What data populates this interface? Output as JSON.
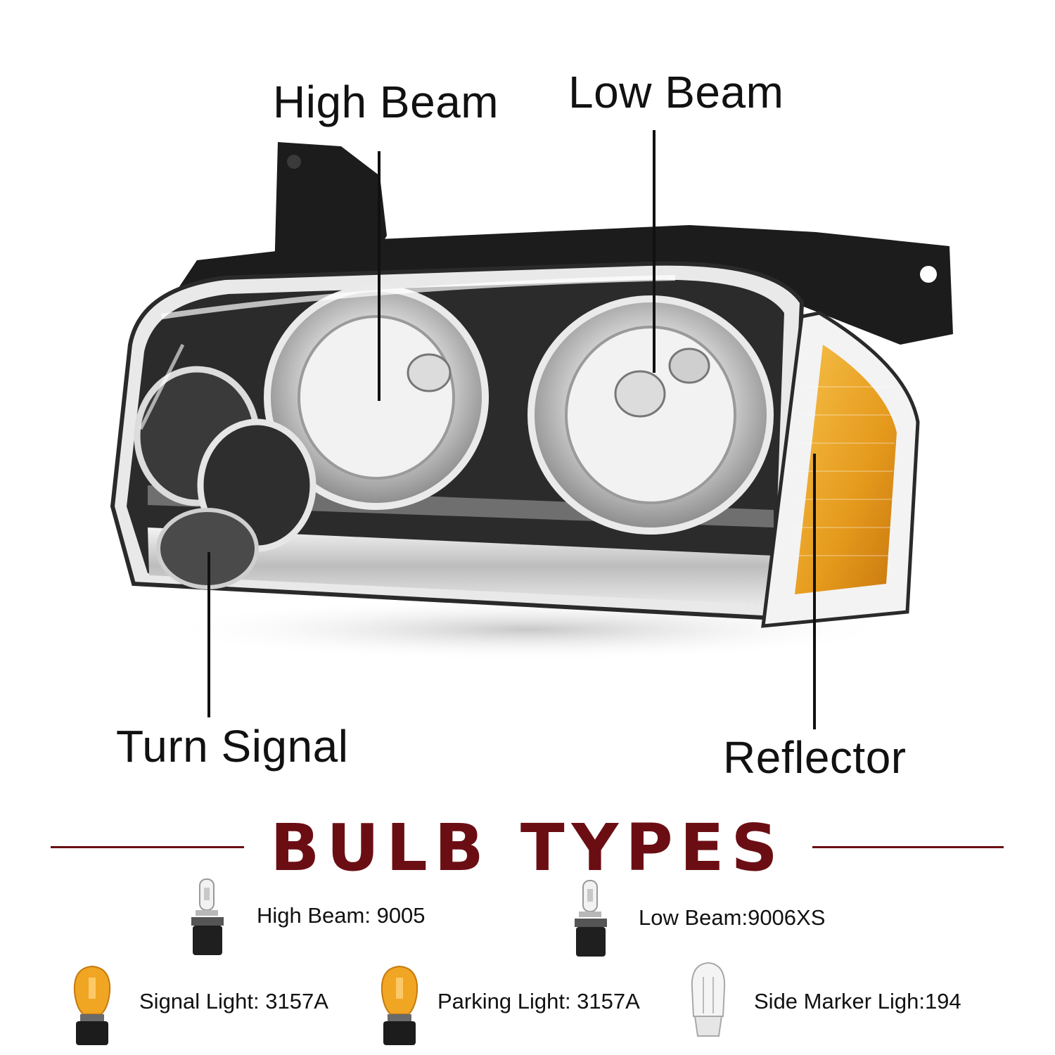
{
  "callouts": {
    "high_beam": "High Beam",
    "low_beam": "Low Beam",
    "turn_signal": "Turn Signal",
    "reflector": "Reflector"
  },
  "bulb_types": {
    "title": "BULB TYPES",
    "items": [
      {
        "label": "High Beam: 9005",
        "icon": "halogen-bulb-icon"
      },
      {
        "label": "Low Beam:9006XS",
        "icon": "halogen-bulb-icon"
      },
      {
        "label": "Signal Light: 3157A",
        "icon": "amber-bulb-icon"
      },
      {
        "label": "Parking Light: 3157A",
        "icon": "amber-bulb-icon"
      },
      {
        "label": "Side Marker Ligh:194",
        "icon": "wedge-bulb-icon"
      }
    ]
  },
  "colors": {
    "title": "#6b0e14",
    "amber": "#f0a623",
    "housing": "#1c1c1c"
  }
}
